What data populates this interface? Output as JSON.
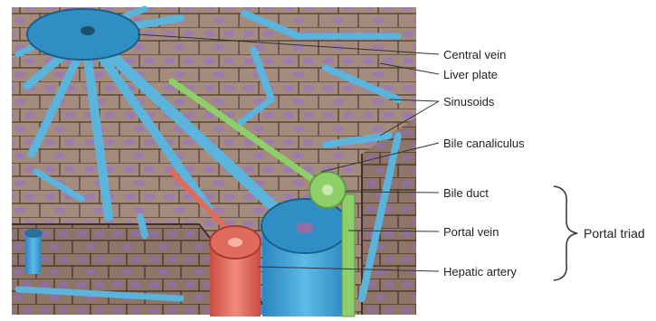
{
  "labels": {
    "central_vein": "Central vein",
    "liver_plate": "Liver plate",
    "sinusoids": "Sinusoids",
    "bile_canaliculus": "Bile canaliculus",
    "bile_duct": "Bile duct",
    "portal_vein": "Portal vein",
    "hepatic_artery": "Hepatic artery",
    "portal_triad": "Portal triad"
  },
  "colors": {
    "hepatocyte": "#a08779",
    "cell_border": "#4a3a32",
    "nucleus": "#9b7bb0",
    "sinusoid": "#5ab4dc",
    "vein": "#2f8fc4",
    "bile": "#8fcf6a",
    "artery": "#e06a5c"
  }
}
